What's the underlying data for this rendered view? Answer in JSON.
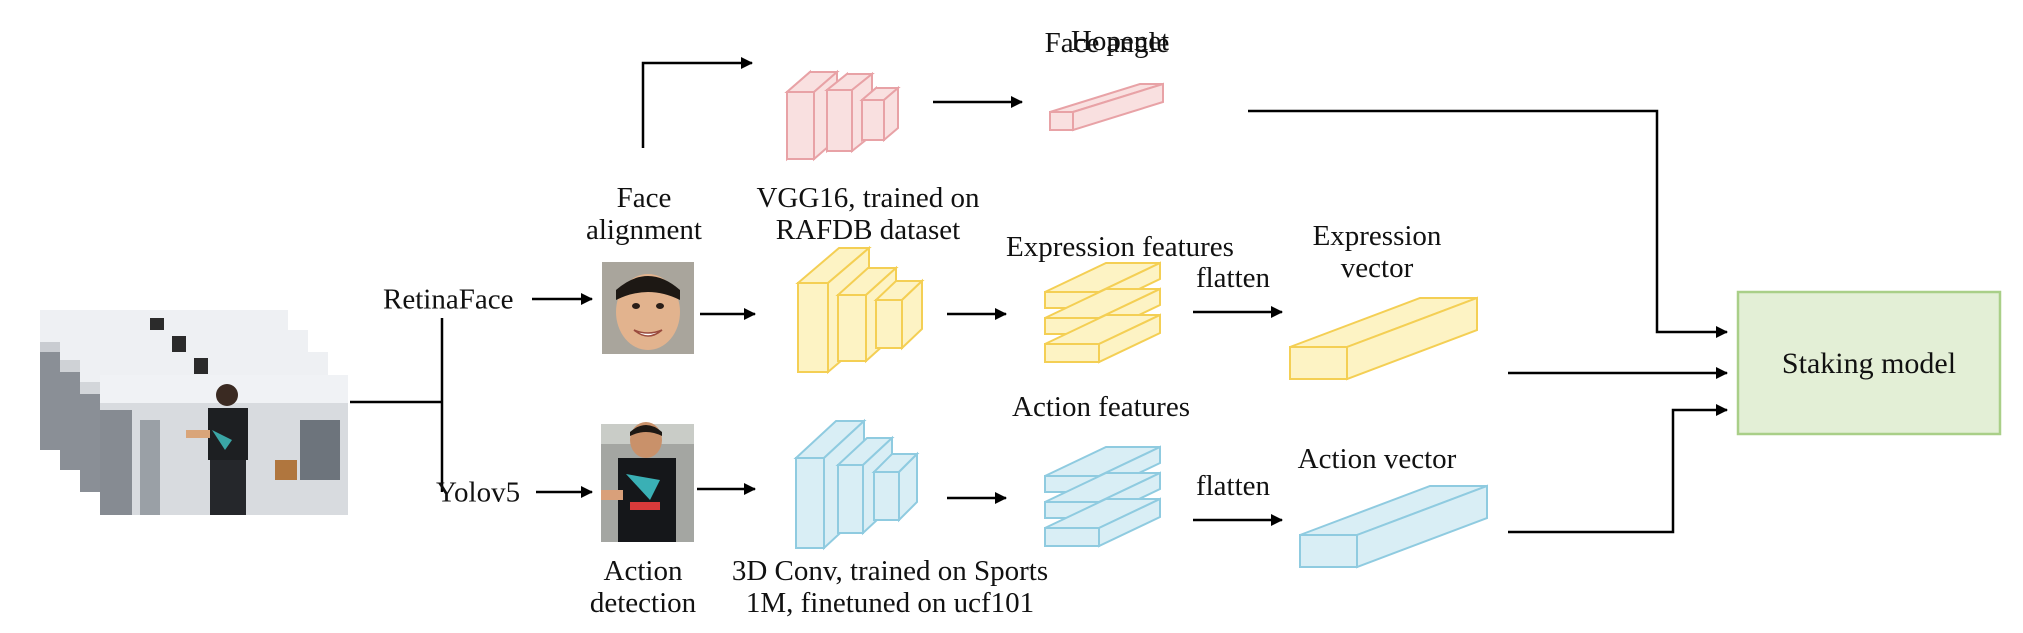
{
  "labels": {
    "retinaface": "RetinaFace",
    "yolov5": "Yolov5",
    "face_alignment": [
      "Face",
      "alignment"
    ],
    "action_detection": [
      "Action",
      "detection"
    ],
    "hopenet": "Hopenet",
    "face_angle": "Face angle",
    "vgg_caption": [
      "VGG16, trained on",
      "RAFDB dataset"
    ],
    "expression_features": "Expression features",
    "expression_vector": [
      "Expression",
      "vector"
    ],
    "action_features": "Action features",
    "action_vector": "Action vector",
    "conv3d_caption": [
      "3D Conv, trained on Sports",
      "1M, finetuned on ucf101"
    ],
    "flatten_top": "flatten",
    "flatten_bottom": "flatten",
    "staking_model": "Staking model"
  },
  "colors": {
    "pink_fill": "#f9e0e0",
    "pink_stroke": "#e8a2a6",
    "yellow_fill": "#fdf3c4",
    "yellow_stroke": "#f4cf54",
    "blue_fill": "#d9eef5",
    "blue_stroke": "#8fcbe0",
    "box_fill": "#e3efd6",
    "box_stroke": "#a9cf88",
    "arrow": "#000000"
  },
  "icons": {
    "video_frames": "video-frames-thumbnail",
    "face_crop": "face-crop-thumbnail",
    "person_crop": "person-crop-thumbnail"
  }
}
